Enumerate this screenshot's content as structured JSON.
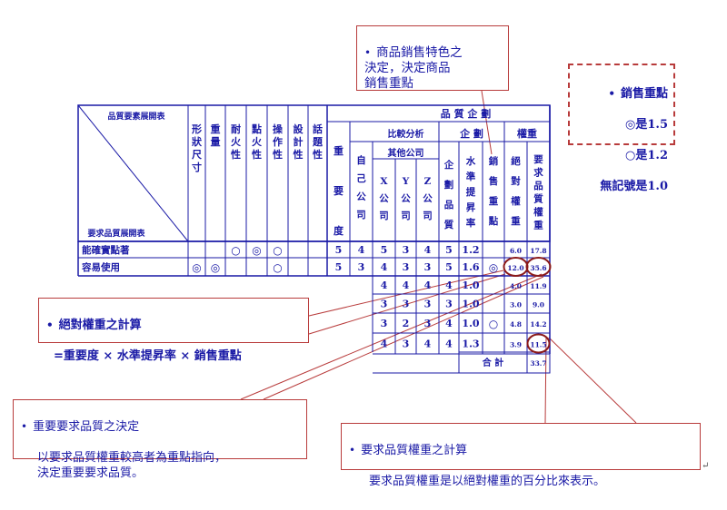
{
  "callouts": {
    "top": {
      "bullet": "•",
      "lines": "商品銷售特色之\n決定，決定商品\n銷售重點"
    },
    "key": {
      "bullet": "•",
      "title": "銷售重點",
      "line1": "◎是1.5",
      "line2": "○是1.2",
      "line3": "無記號是1.0"
    },
    "absolute": {
      "bullet": "•",
      "title": "絕對權重之計算",
      "formula": "=重要度 × 水準提昇率 × 銷售重點"
    },
    "decision": {
      "bullet": "•",
      "title": "重要要求品質之決定",
      "body": "以要求品質權重較高者為重點指向，\n決定重要要求品質。"
    },
    "weight": {
      "bullet": "•",
      "title": "要求品質權重之計算",
      "body": "要求品質權重是以絕對權重的百分比來表示。"
    }
  },
  "table": {
    "corner_top": "品質要素展開表",
    "corner_bottom": "要求品質展開表",
    "quality_cols": [
      "形狀尺寸",
      "重量",
      "耐火性",
      "點火性",
      "操作性",
      "設計性",
      "話題性"
    ],
    "planning_header": "品 質 企 劃",
    "importance": "重要度",
    "comparison_header": "比較分析",
    "self_company": "自己公司",
    "other_companies": "其他公司",
    "competitors": [
      "X公司",
      "Y公司",
      "Z公司"
    ],
    "plan_header": "企 劃",
    "plan_quality": "企劃品質",
    "level_rate": "水準提昇率",
    "sales_point": "銷售重點",
    "weight_header": "權重",
    "abs_weight": "絕對權重",
    "req_weight": "要求品質權重",
    "rows": [
      {
        "name": "能確實點著",
        "marks": [
          "",
          "",
          "○",
          "◎",
          "○",
          "",
          ""
        ],
        "imp": "5",
        "self": "4",
        "x": "5",
        "y": "3",
        "z": "4",
        "plan": "5",
        "rate": "1.2",
        "sp": "",
        "abs": "6.0",
        "req": "17.8"
      },
      {
        "name": "容易使用",
        "marks": [
          "◎",
          "◎",
          "",
          "",
          "○",
          "",
          ""
        ],
        "imp": "5",
        "self": "3",
        "x": "4",
        "y": "3",
        "z": "3",
        "plan": "5",
        "rate": "1.6",
        "sp": "◎",
        "abs": "12.0",
        "req": "35.6"
      },
      {
        "name": "",
        "marks": [],
        "imp": "",
        "self": "",
        "x": "4",
        "y": "4",
        "z": "4",
        "plan": "4",
        "rate": "1.0",
        "sp": "",
        "abs": "4.0",
        "req": "11.9"
      },
      {
        "name": "",
        "marks": [],
        "imp": "",
        "self": "",
        "x": "3",
        "y": "3",
        "z": "3",
        "plan": "3",
        "rate": "1.0",
        "sp": "",
        "abs": "3.0",
        "req": "9.0"
      },
      {
        "name": "",
        "marks": [],
        "imp": "",
        "self": "",
        "x": "3",
        "y": "2",
        "z": "3",
        "plan": "4",
        "rate": "1.0",
        "sp": "○",
        "abs": "4.8",
        "req": "14.2"
      },
      {
        "name": "",
        "marks": [],
        "imp": "",
        "self": "",
        "x": "4",
        "y": "3",
        "z": "4",
        "plan": "4",
        "rate": "1.3",
        "sp": "",
        "abs": "3.9",
        "req": "11.5"
      }
    ],
    "total_label": "合 計",
    "total_value": "33.7"
  },
  "colors": {
    "text": "#1a1aa6",
    "callout_border": "#b83b3b",
    "circle": "#8b1a1a"
  },
  "return_mark": "↵"
}
